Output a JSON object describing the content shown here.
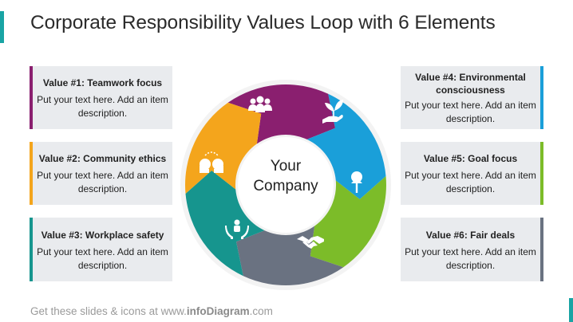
{
  "title": "Corporate Responsibility Values Loop with 6 Elements",
  "center": {
    "line1": "Your",
    "line2": "Company"
  },
  "values": [
    {
      "heading": "Value #1: Teamwork focus",
      "description": "Put your text here. Add an item description.",
      "color": "#8a1f6f",
      "icon": "team-icon"
    },
    {
      "heading": "Value #2: Community ethics",
      "description": "Put your text here. Add an item description.",
      "color": "#f4a51c",
      "icon": "community-heads-icon"
    },
    {
      "heading": "Value #3: Workplace safety",
      "description": "Put your text here. Add an item description.",
      "color": "#16958e",
      "icon": "safety-hands-icon"
    },
    {
      "heading": "Value #4: Environmental consciousness",
      "description": "Put your text here. Add an item description.",
      "color": "#1a9fd9",
      "icon": "plant-hand-icon"
    },
    {
      "heading": "Value #5: Goal focus",
      "description": "Put your text here. Add an item description.",
      "color": "#7cbc29",
      "icon": "pushpin-icon"
    },
    {
      "heading": "Value #6: Fair deals",
      "description": "Put your text here. Add an item description.",
      "color": "#6a7281",
      "icon": "handshake-icon"
    }
  ],
  "footer": {
    "prefix": "Get these slides & icons at www.",
    "brand": "infoDiagram",
    "suffix": ".com"
  }
}
